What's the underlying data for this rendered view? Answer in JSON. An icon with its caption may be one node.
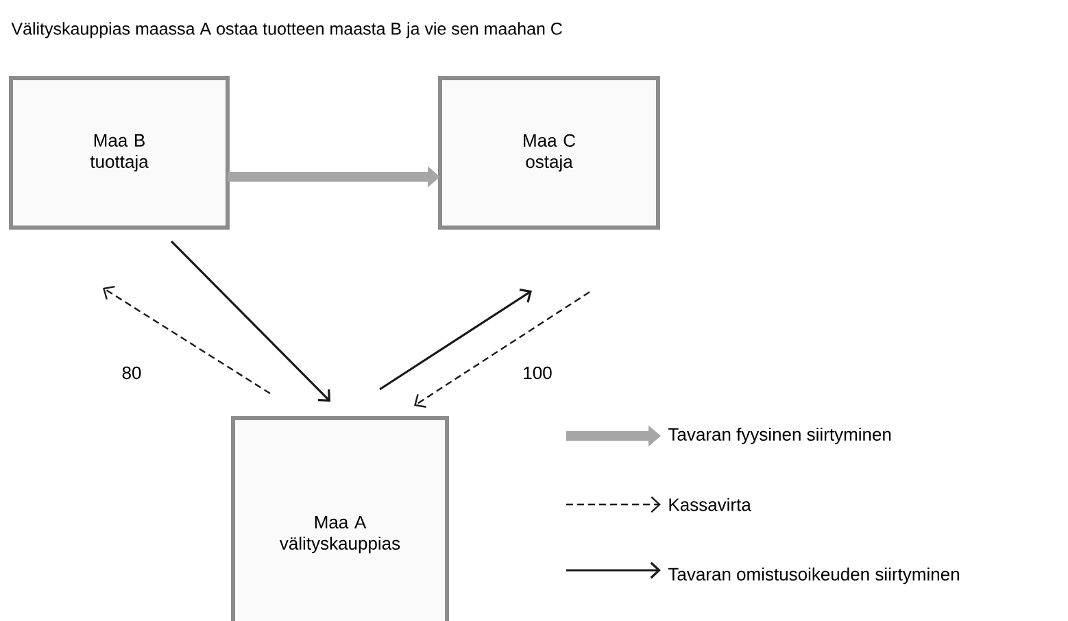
{
  "diagram": {
    "title": "Välityskauppias maassa A ostaa tuotteen maasta B ja vie sen maahan C",
    "nodes": [
      {
        "text": [
          "Maa B tuottaja"
        ]
      },
      {
        "text": [
          "Maa C ostaja"
        ]
      },
      {
        "text": [
          "Maa A välityskauppias"
        ]
      }
    ],
    "edges": [
      {
        "from": 0,
        "to": 1,
        "arrow": "to",
        "style": "thick",
        "color": "#a6a6a6"
      },
      {
        "from": 2,
        "to": 0,
        "arrow": "to",
        "style": "dashed",
        "label": "80"
      },
      {
        "from": 0,
        "to": 2,
        "arrow": "to"
      },
      {
        "from": 2,
        "to": 1,
        "arrow": "to"
      },
      {
        "from": 1,
        "to": 2,
        "arrow": "to",
        "style": "dashed",
        "label": "100"
      }
    ],
    "legend": [
      {
        "text": "Tavaran fyysinen siirtyminen"
      },
      {
        "text": "Kassavirta"
      },
      {
        "text": "Tavaran omistusoikeuden siirtyminen"
      }
    ]
  }
}
